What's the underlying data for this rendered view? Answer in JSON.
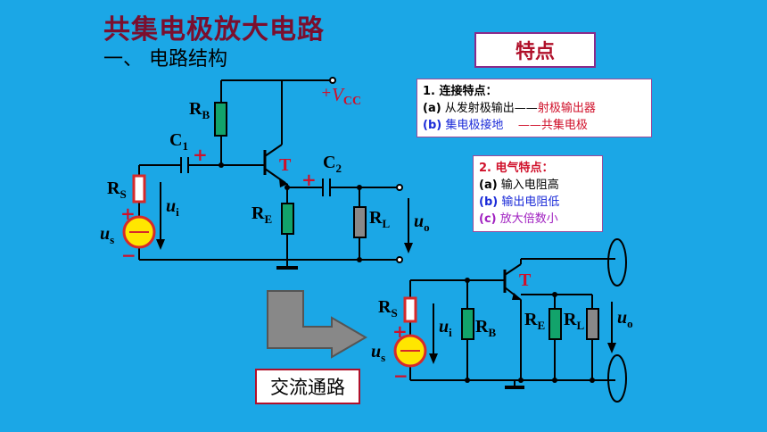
{
  "title": "共集电极放大电路",
  "subtitle": "一、 电路结构",
  "tedian_button": "特点",
  "connection_features": {
    "heading": "1. 连接特点：",
    "items": [
      {
        "tag": "(a)",
        "text": "从发射极输出——",
        "highlight": "射极输出器",
        "color": "#000000",
        "highlight_color": "#d0102a"
      },
      {
        "tag": "(b)",
        "text": "集电极接地",
        "highlight": "——共集电极",
        "color": "#1a2ad8",
        "highlight_color": "#d0102a"
      }
    ]
  },
  "electrical_features": {
    "heading": "2. 电气特点：",
    "items": [
      {
        "tag": "(a)",
        "text": "输入电阻高",
        "color": "#000000"
      },
      {
        "tag": "(b)",
        "text": "输出电阻低",
        "color": "#1a2ad8"
      },
      {
        "tag": "(c)",
        "text": "放大倍数小",
        "color": "#a020c0"
      }
    ]
  },
  "ac_path_label": "交流通路",
  "circuit_labels": {
    "rb": "R",
    "rb_sub": "B",
    "vcc": "V",
    "vcc_sub": "CC",
    "vcc_plus": "+",
    "c1": "C",
    "c1_sub": "1",
    "c1_plus": "+",
    "c2": "C",
    "c2_sub": "2",
    "c2_plus": "+",
    "t": "T",
    "rs": "R",
    "rs_sub": "S",
    "ui": "u",
    "ui_sub": "i",
    "us": "u",
    "us_sub": "s",
    "re": "R",
    "re_sub": "E",
    "rl": "R",
    "rl_sub": "L",
    "uo": "u",
    "uo_sub": "o",
    "plus": "+",
    "minus": "−"
  },
  "colors": {
    "background": "#1BA7E6",
    "title": "#7a0f2e",
    "resistor_green": "#12a36b",
    "resistor_red": "#d62a2a",
    "source_yellow": "#ffe600",
    "accent_red": "#d0102a"
  }
}
